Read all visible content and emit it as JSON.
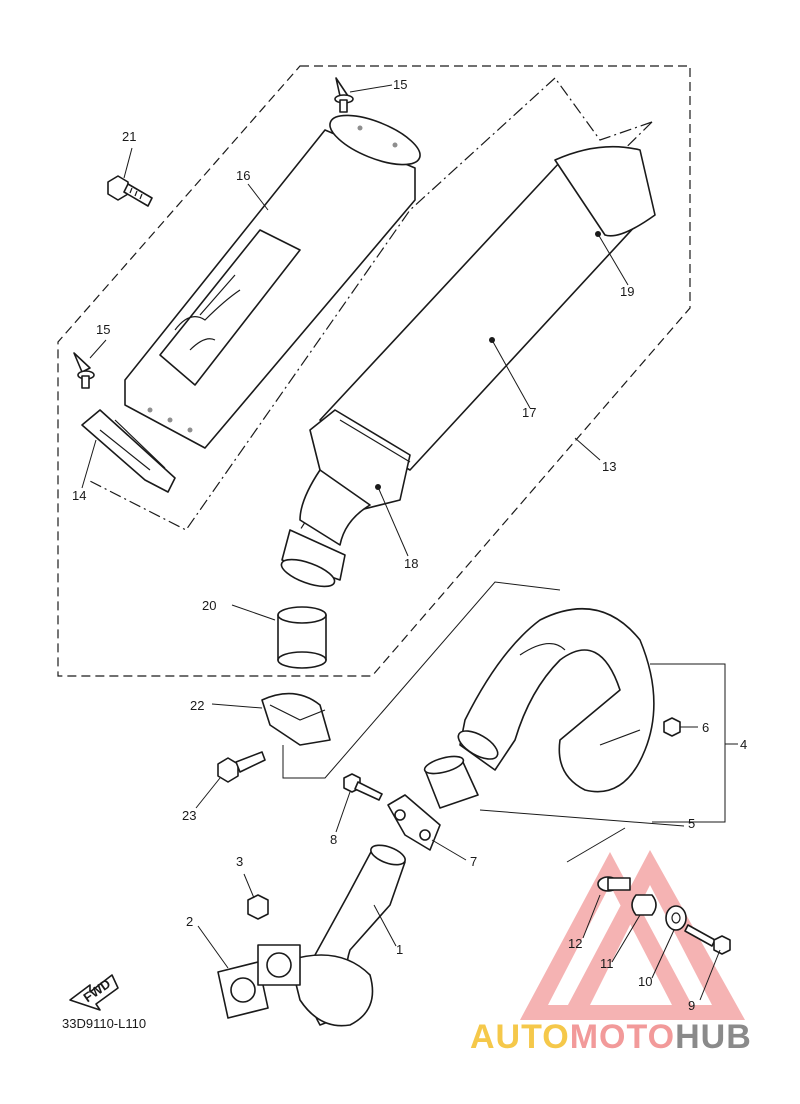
{
  "diagram_code": "33D9110-L110",
  "direction_label": "FWD",
  "watermark": {
    "part1": "AUTO",
    "part2": "MOTO",
    "part3": "HUB",
    "color1": "#f5c84a",
    "color2": "#f29a9a",
    "color3": "#8a8a8a",
    "triangle_color": "#f29a9a"
  },
  "callouts": [
    "1",
    "2",
    "3",
    "4",
    "5",
    "6",
    "7",
    "8",
    "9",
    "10",
    "11",
    "12",
    "13",
    "14",
    "15",
    "16",
    "17",
    "18",
    "19",
    "20",
    "21",
    "22",
    "23"
  ],
  "callout_15b": "15"
}
